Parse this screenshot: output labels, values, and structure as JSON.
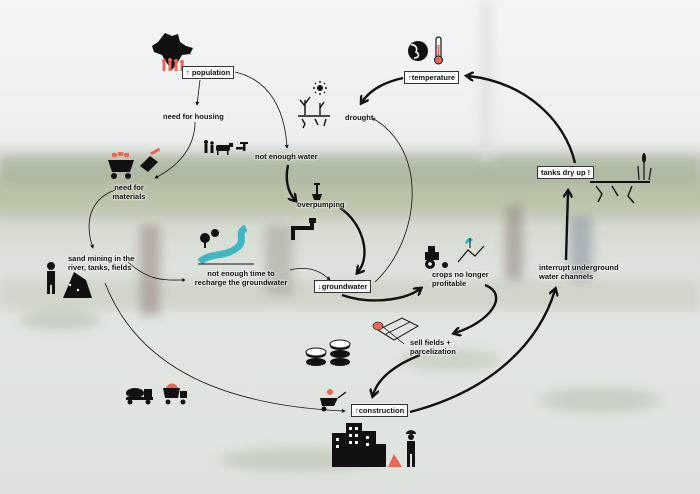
{
  "nodes": {
    "population": "↑ population",
    "need_for_housing": "need for housing",
    "not_enough_water": "not enough water",
    "need_for_materials": "need for\nmaterials",
    "sand_mining": "sand mining in the\nriver, tanks, fields",
    "not_enough_time": "not enough time to\nrecharge the groundwater",
    "drought": "drought",
    "temperature": "↑temperature",
    "overpumping": "overpumping",
    "groundwater": "↓groundwater",
    "crops_not_profitable": "crops no longer\nprofitable",
    "sell_fields": "sell fields +\nparcelization",
    "construction": "↑construction",
    "tanks_dry_up": "tanks dry up !",
    "interrupt_channels": "interrupt underground\nwater channels"
  },
  "colors": {
    "accent": "#e8685a",
    "ink": "#111111",
    "water": "#3fb6c0",
    "box_border": "#333333"
  },
  "icons": [
    "india-map-icon",
    "people-group-icon",
    "thermometer-globe-icon",
    "drought-tree-icon",
    "cattle-family-tap-icon",
    "brick-cart-icon",
    "trowel-icon",
    "worker-sand-pile-icon",
    "river-landscape-icon",
    "pump-pipe-icon",
    "tractor-icon",
    "crop-plant-icon",
    "coins-icon",
    "field-plot-icon",
    "wheelbarrow-icon",
    "concrete-mixer-icon",
    "dump-truck-icon",
    "building-icon",
    "worker-icon",
    "sand-pile-icon",
    "dry-tank-icon"
  ]
}
